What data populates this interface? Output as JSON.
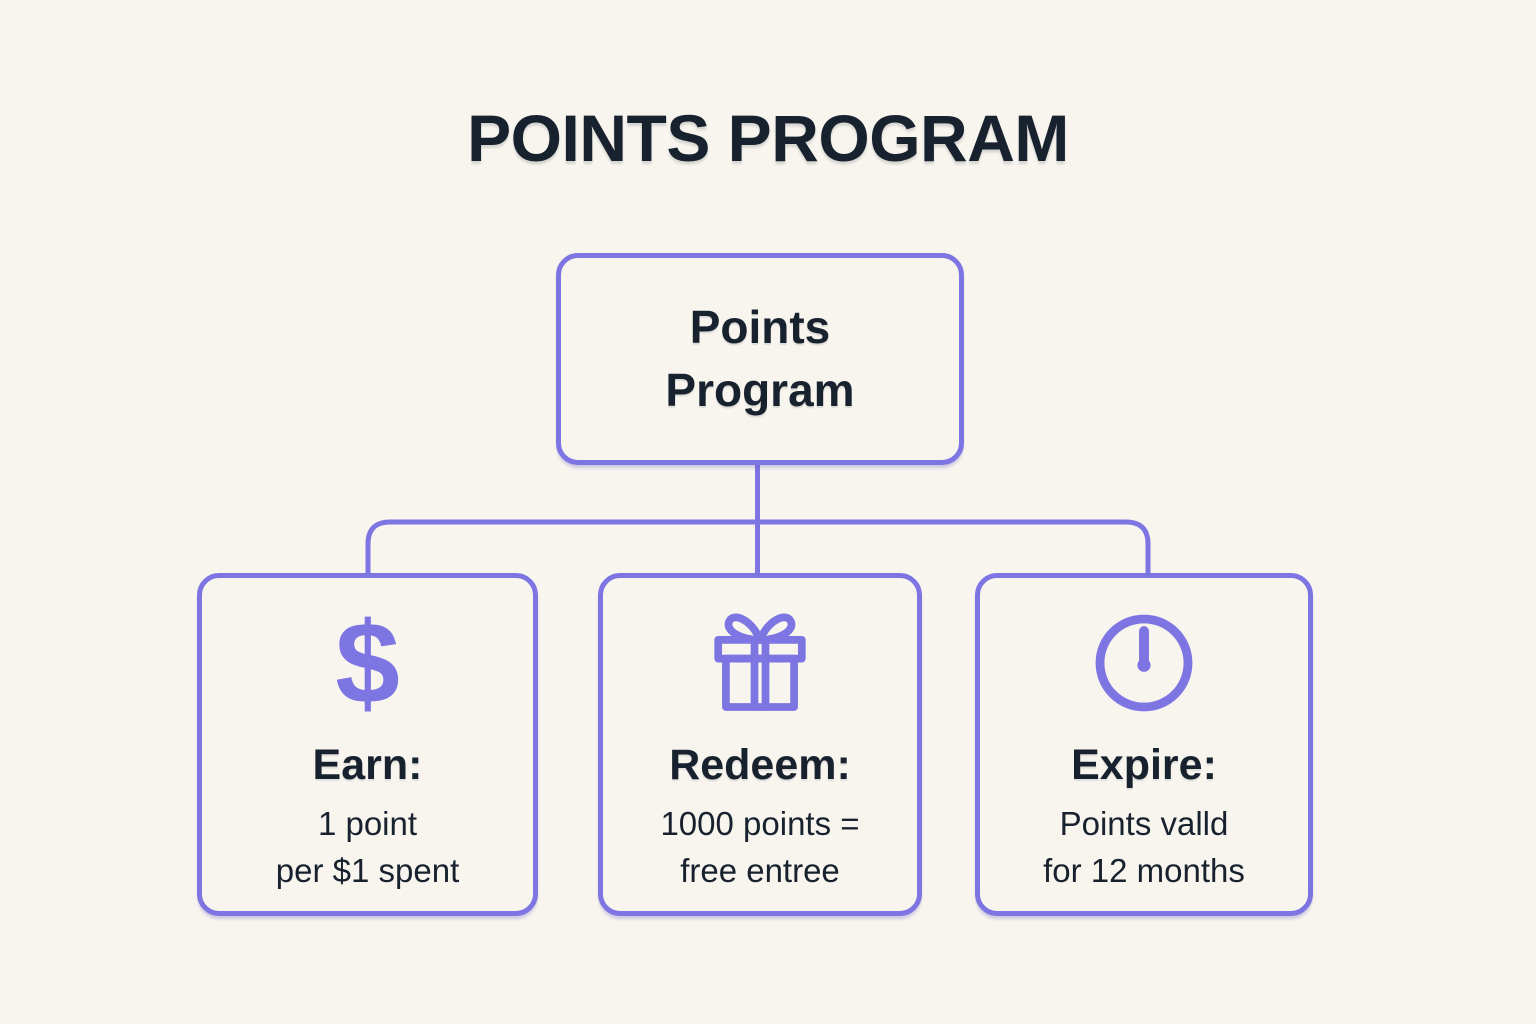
{
  "title": "POINTS PROGRAM",
  "colors": {
    "background": "#f8f5ef",
    "accent": "#7d75e2",
    "text_dark": "#18222e"
  },
  "root_node": {
    "lines": [
      "Points",
      "Program"
    ]
  },
  "nodes": [
    {
      "id": "earn",
      "icon": "dollar-icon",
      "icon_glyph": "$",
      "heading": "Earn:",
      "body_lines": [
        "1 point",
        "per $1 spent"
      ]
    },
    {
      "id": "redeem",
      "icon": "gift-icon",
      "heading": "Redeem:",
      "body_lines": [
        "1000 points =",
        "free entree"
      ]
    },
    {
      "id": "expire",
      "icon": "clock-icon",
      "heading": "Expire:",
      "body_lines": [
        "Points valld",
        "for 12 months"
      ]
    }
  ]
}
